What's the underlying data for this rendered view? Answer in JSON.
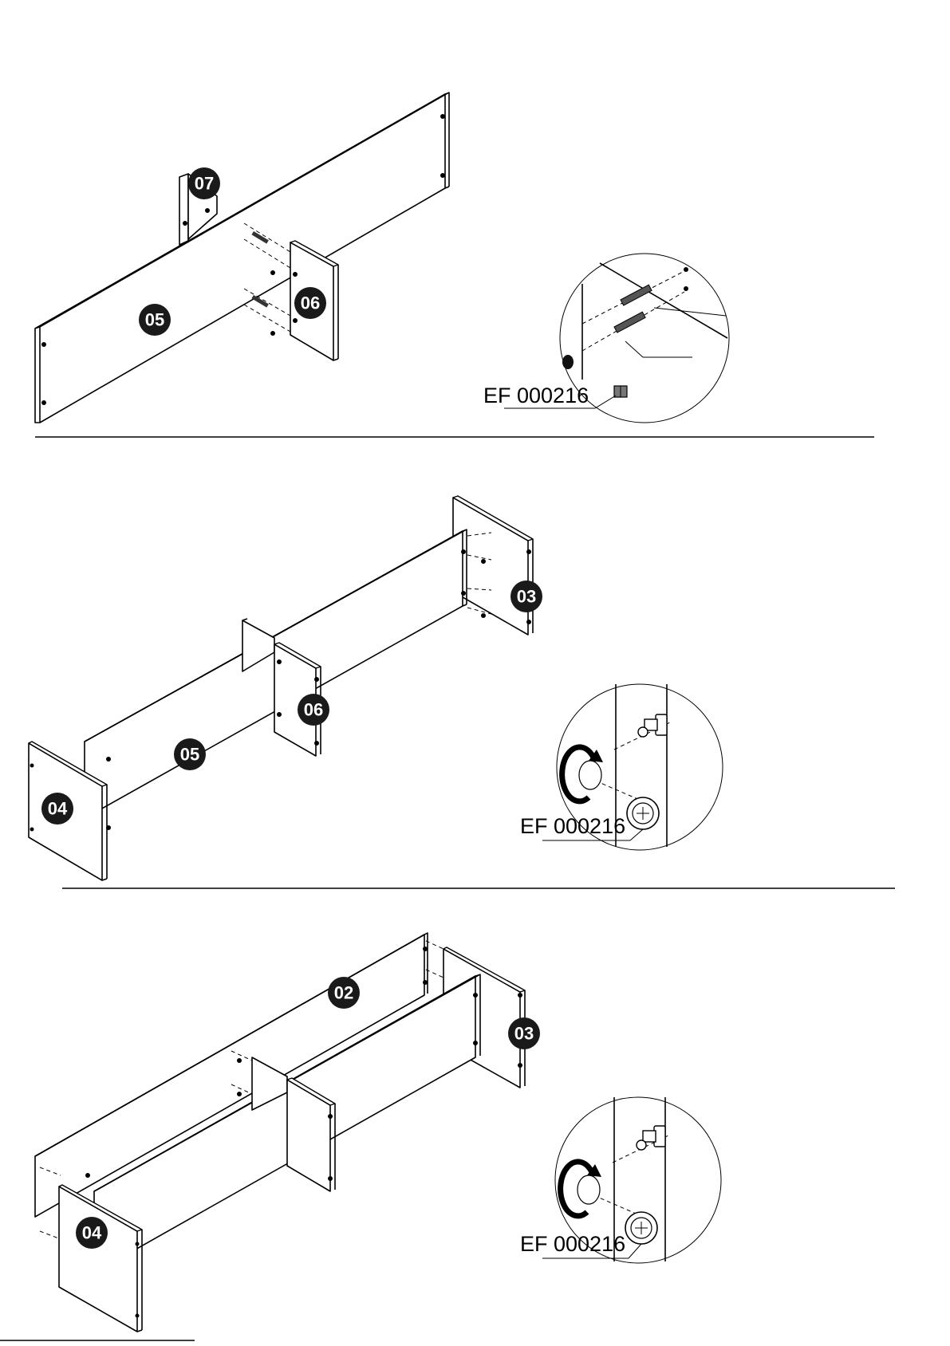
{
  "steps": [
    {
      "parts": [
        "07",
        "06",
        "05"
      ],
      "hardware_code": "EF 000216"
    },
    {
      "parts": [
        "03",
        "06",
        "05",
        "04"
      ],
      "hardware_code": "EF 000216"
    },
    {
      "parts": [
        "02",
        "03",
        "04"
      ],
      "hardware_code": "EF 000216"
    }
  ],
  "icons": [
    "rotate-arrow-icon",
    "cam-lock-icon",
    "cam-bolt-icon",
    "dowel-icon"
  ]
}
